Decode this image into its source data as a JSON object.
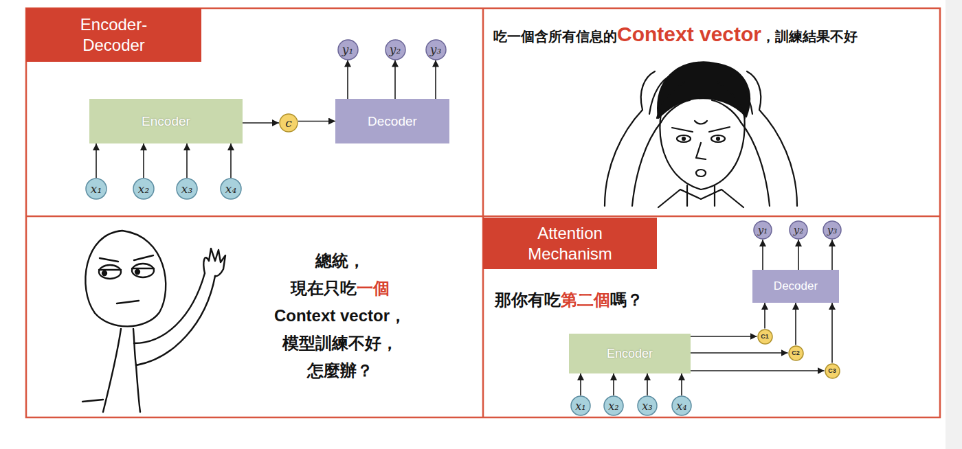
{
  "diagram": {
    "nodes": [
      {
        "text": [
          "Encoder-Decoder"
        ]
      },
      {
        "text": [
          "y₁"
        ]
      },
      {
        "text": [
          "y₂"
        ]
      },
      {
        "text": [
          "y₃"
        ]
      },
      {
        "text": [
          "Encoder"
        ]
      },
      {
        "text": [
          "c"
        ]
      },
      {
        "text": [
          "Decoder"
        ]
      },
      {
        "text": [
          "x₁"
        ]
      },
      {
        "text": [
          "x₂"
        ]
      },
      {
        "text": [
          "x₃"
        ]
      },
      {
        "text": [
          "x₄"
        ]
      },
      {
        "text": [
          "Attention Mechanism"
        ]
      },
      {
        "text": [
          "y₁"
        ]
      },
      {
        "text": [
          "y₂"
        ]
      },
      {
        "text": [
          "y₃"
        ]
      },
      {
        "text": [
          "Decoder"
        ]
      },
      {
        "text": [
          "C1"
        ]
      },
      {
        "text": [
          "Encoder"
        ]
      },
      {
        "text": [
          "C2"
        ]
      },
      {
        "text": [
          "C3"
        ]
      },
      {
        "text": [
          "x₁"
        ]
      },
      {
        "text": [
          "x₂"
        ]
      },
      {
        "text": [
          "x₃"
        ]
      },
      {
        "text": [
          "x₄"
        ]
      }
    ],
    "edges": [
      {
        "from": 7,
        "to": 4,
        "arrow": "to"
      },
      {
        "from": 8,
        "to": 4,
        "arrow": "to"
      },
      {
        "from": 9,
        "to": 4,
        "arrow": "to"
      },
      {
        "from": 10,
        "to": 4,
        "arrow": "to"
      },
      {
        "from": 4,
        "to": 5,
        "arrow": "to"
      },
      {
        "from": 5,
        "to": 6,
        "arrow": "to"
      },
      {
        "from": 6,
        "to": 1,
        "arrow": "to"
      },
      {
        "from": 6,
        "to": 2,
        "arrow": "to"
      },
      {
        "from": 6,
        "to": 3,
        "arrow": "to"
      },
      {
        "from": 20,
        "to": 17,
        "arrow": "to"
      },
      {
        "from": 21,
        "to": 17,
        "arrow": "to"
      },
      {
        "from": 22,
        "to": 17,
        "arrow": "to"
      },
      {
        "from": 23,
        "to": 17,
        "arrow": "to"
      },
      {
        "from": 17,
        "to": 16,
        "arrow": "to"
      },
      {
        "from": 17,
        "to": 18,
        "arrow": "to"
      },
      {
        "from": 17,
        "to": 19,
        "arrow": "to"
      },
      {
        "from": 16,
        "to": 15,
        "arrow": "to"
      },
      {
        "from": 18,
        "to": 15,
        "arrow": "to"
      },
      {
        "from": 19,
        "to": 15,
        "arrow": "to"
      },
      {
        "from": 15,
        "to": 12,
        "arrow": "to"
      },
      {
        "from": 15,
        "to": 13,
        "arrow": "to"
      },
      {
        "from": 15,
        "to": 14,
        "arrow": "to"
      }
    ],
    "labels": [
      "吃一個含所有信息的",
      "Context vector",
      "，訓練結果不好",
      "總統，",
      "現在只吃",
      "一個",
      "Context vector，",
      "模型訓練不好，",
      "怎麼辦？",
      "那你有吃",
      "第二個",
      "嗎？"
    ]
  }
}
